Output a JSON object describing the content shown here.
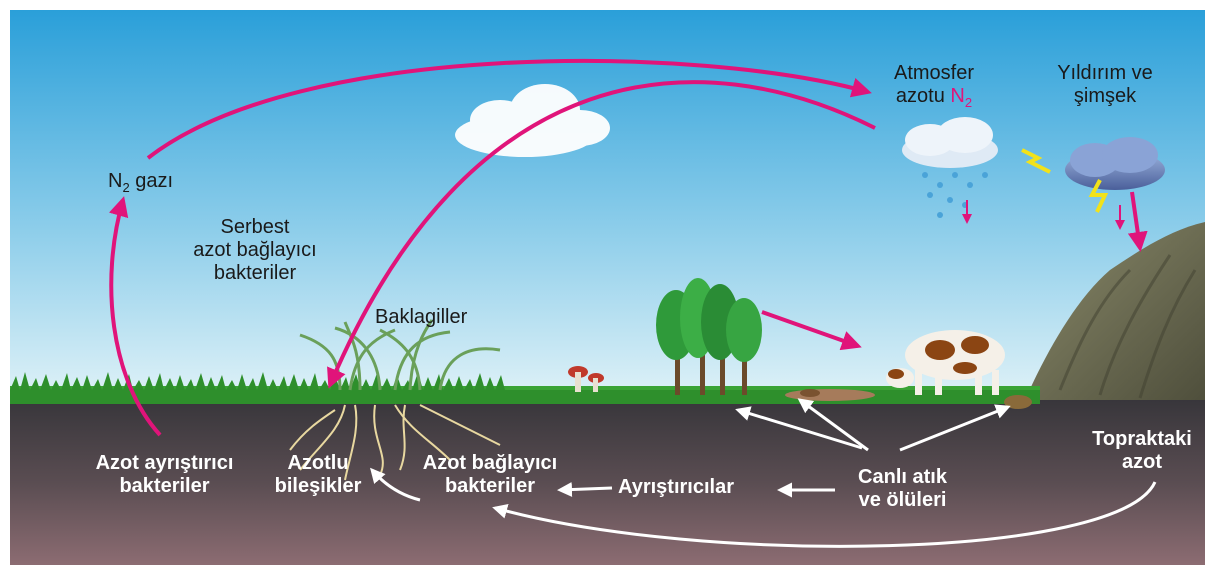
{
  "labels": {
    "atmosfer_line1": "Atmosfer",
    "atmosfer_line2": "azotu",
    "atmosfer_n2": "N",
    "atmosfer_n2_sub": "2",
    "yildirim_line1": "Yıldırım ve",
    "yildirim_line2": "şimşek",
    "n2gazi_n": "N",
    "n2gazi_sub": "2",
    "n2gazi_text": "gazı",
    "serbest_line1": "Serbest",
    "serbest_line2": "azot bağlayıcı",
    "serbest_line3": "bakteriler",
    "baklagiller": "Baklagiller",
    "azot_ayristirici_line1": "Azot ayrıştırıcı",
    "azot_ayristirici_line2": "bakteriler",
    "azotlu_line1": "Azotlu",
    "azotlu_line2": "bileşikler",
    "azot_baglayici_line1": "Azot bağlayıcı",
    "azot_baglayici_line2": "bakteriler",
    "ayristiricilar": "Ayrıştırıcılar",
    "canli_line1": "Canlı atık",
    "canli_line2": "ve ölüleri",
    "topraktaki_line1": "Topraktaki",
    "topraktaki_line2": "azot"
  },
  "colors": {
    "cycle_arrow": "#e0147a",
    "ground_arrow": "#ffffff",
    "sky_top": "#2a9fd9",
    "sky_bottom": "#d8eff8",
    "soil_top": "#3c3a3f",
    "soil_bottom": "#8a6a70",
    "grass": "#3aa335"
  }
}
